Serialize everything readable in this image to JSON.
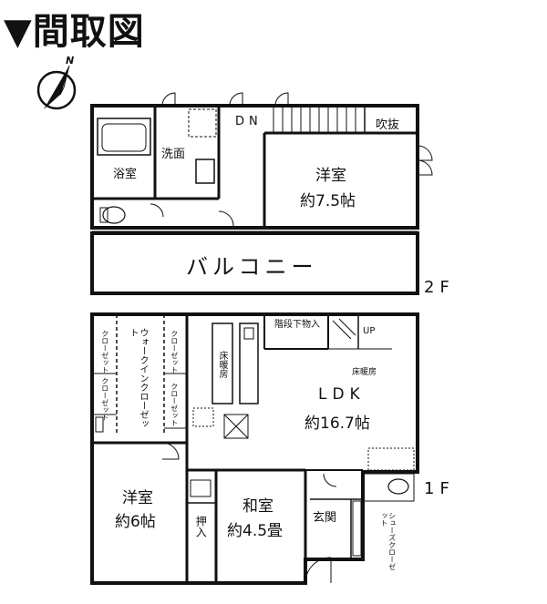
{
  "title": "▼間取図",
  "compass": {
    "north": "N"
  },
  "floor2": {
    "label": "2F",
    "bath": "浴室",
    "washroom": "洗面",
    "dn": "DN",
    "fukinuke": "吹抜",
    "bedroom_name": "洋室",
    "bedroom_size": "約7.5帖",
    "balcony": "バルコニー"
  },
  "floor1": {
    "label": "1F",
    "closet1": "クローゼット",
    "closet2": "クローゼット",
    "walkin": "ウォークインクローゼット",
    "closet3": "クローゼット",
    "closet4": "クローゼット",
    "floor_heating": "床暖房",
    "understairs": "階段下物入",
    "up": "UP",
    "floor_heating2": "床暖房",
    "ldk_name": "LDK",
    "ldk_size": "約16.7帖",
    "western_name": "洋室",
    "western_size": "約6帖",
    "oshiire": "押入",
    "japanese_name": "和室",
    "japanese_size": "約4.5畳",
    "genkan": "玄関",
    "shoe_closet": "シューズクローゼット"
  }
}
